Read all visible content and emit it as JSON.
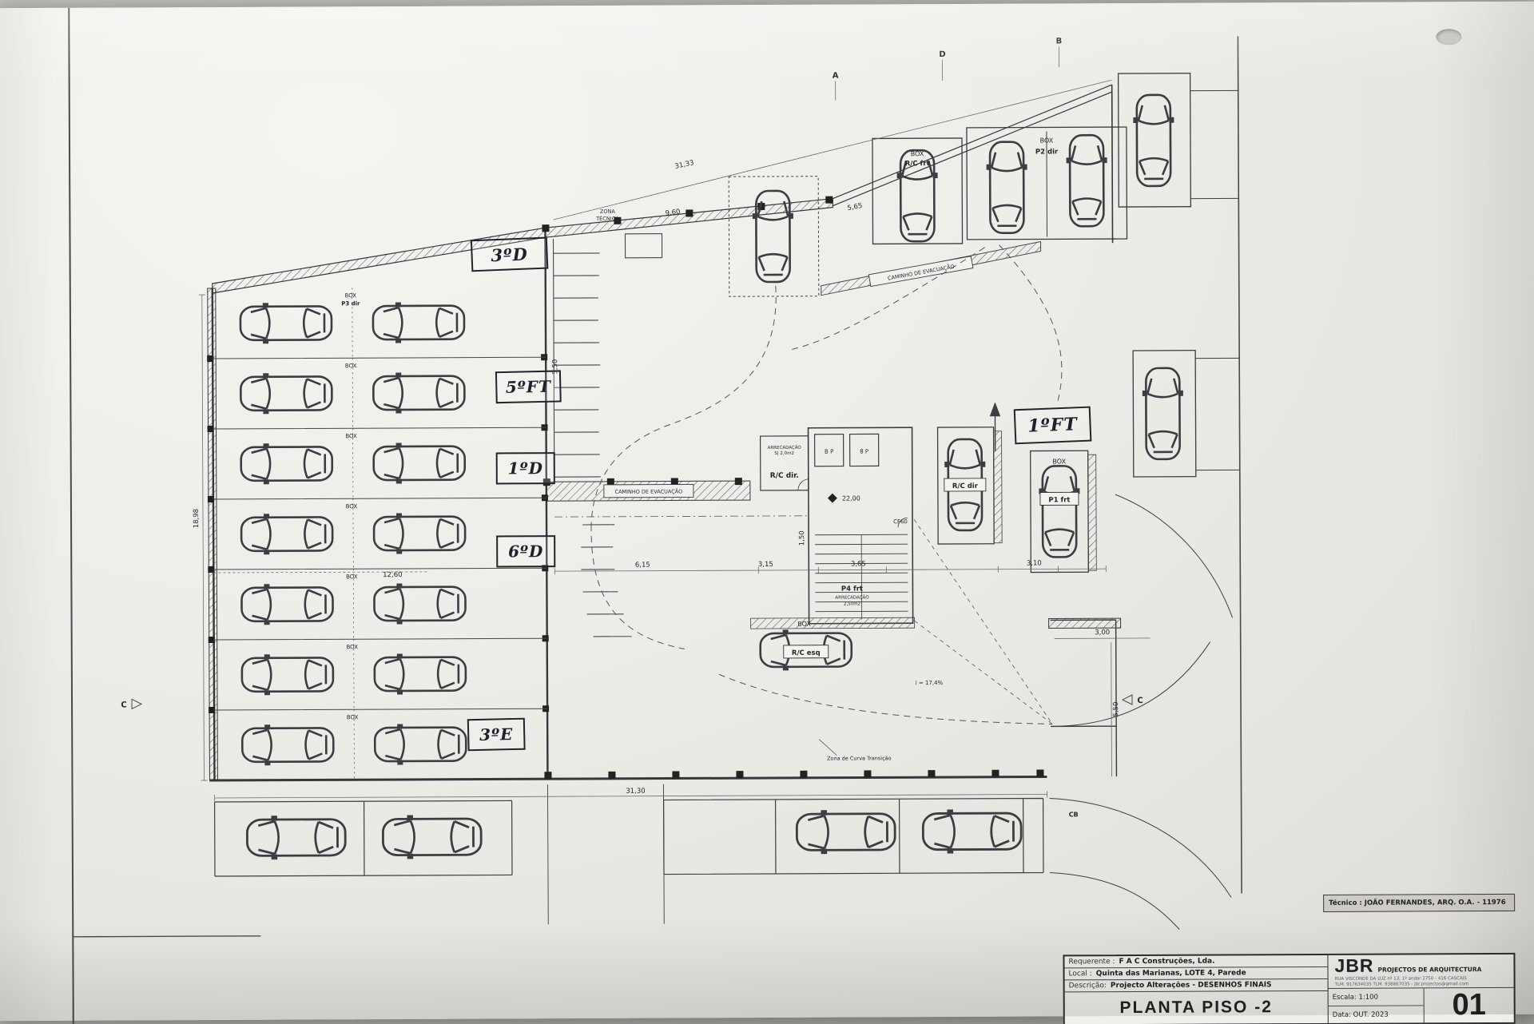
{
  "plan": {
    "handwritten": {
      "unit_3d": "3ºD",
      "unit_5ft": "5ºFT",
      "unit_1d": "1ºD",
      "unit_6d": "6ºD",
      "unit_3e": "3ºE",
      "unit_1ft": "1ºFT"
    },
    "labels": {
      "box": "BOX",
      "p3_dir": "P3 dir",
      "rc_frt": "R/C frt",
      "p2_dir": "P2 dir",
      "rc_dir": "R/C dir",
      "rc_dir_room": "R/C dir.",
      "p1_frt": "P1 frt",
      "rc_esq": "R/C esq",
      "p4_frt": "P4 frt",
      "arrecadacao": "ARRECADAÇÃO",
      "arrec_area_small": "S| 2,0m2",
      "arrec_area": "2,50m2",
      "elev_bp": "B P",
      "elev_8p": "8 P",
      "cf60": "CF60",
      "level": "22,00",
      "slope": "i = 17,4%",
      "zona_line1": "ZONA",
      "zona_line2": "TÉCNICA",
      "caminho": "CAMINHO DE EVACUAÇÃO",
      "curva": "Zona de Curva Transição"
    },
    "dims": {
      "top_3133": "31,33",
      "d_960": "9,60",
      "d_565": "5,65",
      "d_1260": "12,60",
      "d_615": "6,15",
      "d_315": "3,15",
      "d_365": "3,65",
      "d_310": "3,10",
      "d_300": "3,00",
      "d_550_right": "5,50",
      "d_550_mid": "5,50",
      "d_150": "1,50",
      "d_1898": "18,98",
      "bottom_3130": "31,30"
    },
    "markers": {
      "a": "A",
      "b": "B",
      "d": "D",
      "c_left": "C",
      "c_right": "C",
      "cb": "CB"
    }
  },
  "title_block": {
    "tecnico": "Técnico : JOÃO FERNANDES, ARQ.   O.A. - 11976",
    "requerente_label": "Requerente :",
    "requerente_value": "F A C Construções, Lda.",
    "local_label": "Local :",
    "local_value": "Quinta das Marianas, LOTE 4, Parede",
    "descricao_label": "Descrição:",
    "descricao_value": "Projecto Alterações - DESENHOS FINAIS",
    "plan_title": "PLANTA PISO -2",
    "firm_name": "JBR",
    "firm_tagline": "PROJECTOS DE ARQUITECTURA",
    "firm_addr1": "RUA VISCONDE DA LUZ nº 13, 1º andar  2750 - 416  CASCAIS",
    "firm_addr2": "TLM. 917634035  TLM. 938867035 - jbr.projectos@gmail.com",
    "escala": "Escala: 1:100",
    "data": "Data: OUT. 2023",
    "sheet_number": "01"
  }
}
